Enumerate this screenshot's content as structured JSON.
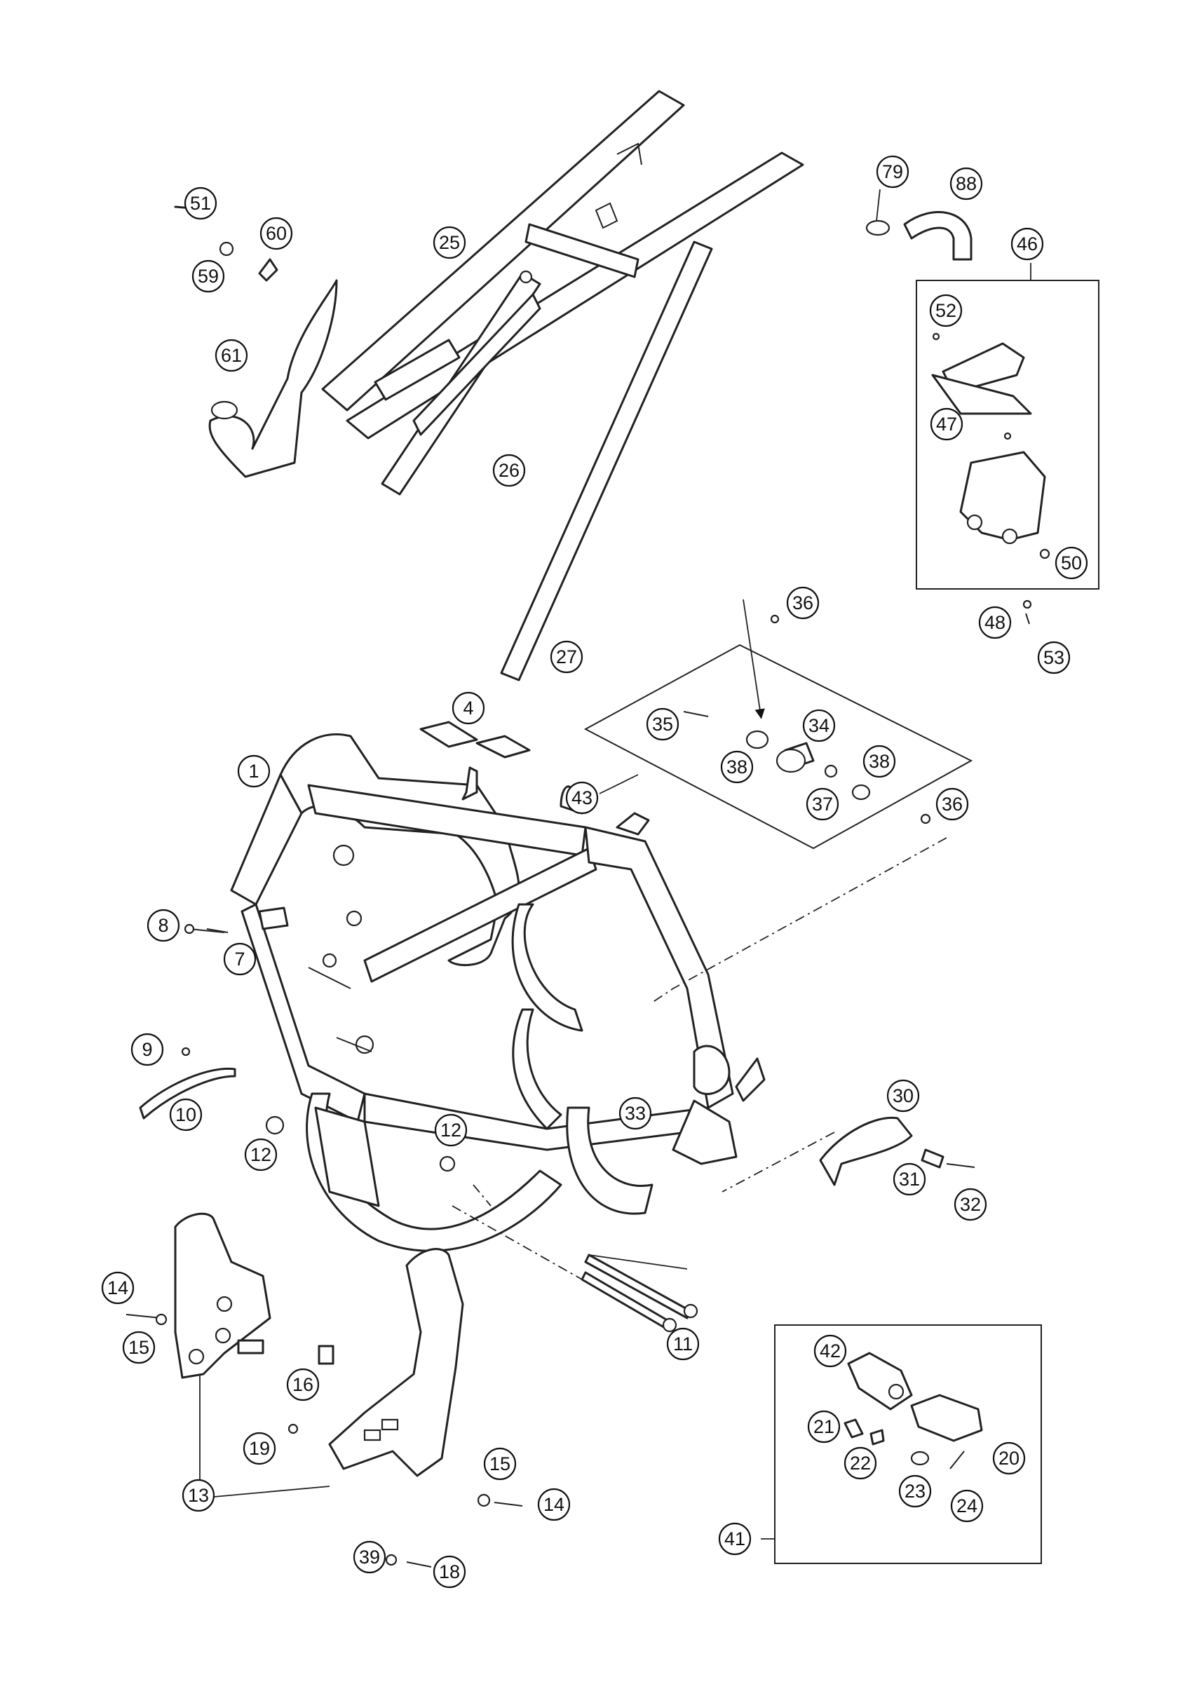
{
  "callouts": [
    "1",
    "4",
    "7",
    "8",
    "9",
    "10",
    "11",
    "12",
    "12",
    "13",
    "14",
    "14",
    "15",
    "15",
    "16",
    "18",
    "19",
    "20",
    "21",
    "22",
    "23",
    "24",
    "25",
    "26",
    "27",
    "30",
    "31",
    "32",
    "33",
    "34",
    "35",
    "36",
    "36",
    "37",
    "38",
    "38",
    "39",
    "41",
    "42",
    "43",
    "46",
    "47",
    "48",
    "50",
    "51",
    "52",
    "53",
    "59",
    "60",
    "61",
    "79",
    "88"
  ]
}
